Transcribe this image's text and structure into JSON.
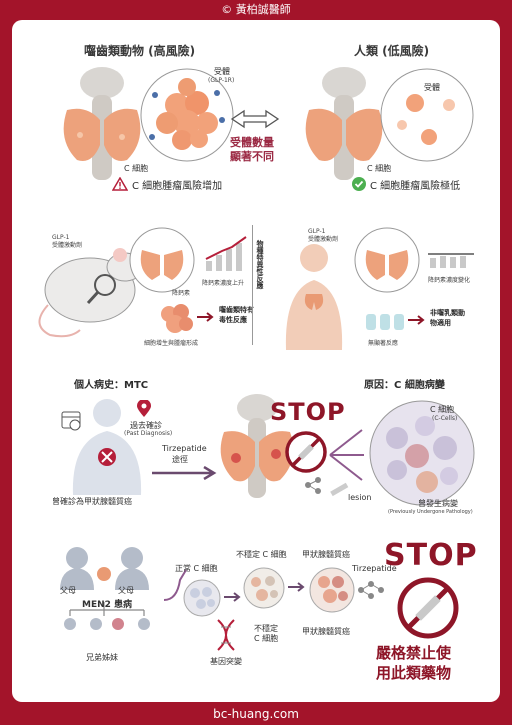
{
  "header": {
    "copyright": "© 黃柏誠醫師"
  },
  "footer": {
    "url": "bc-huang.com"
  },
  "section1": {
    "left_title": "囓齒類動物 (高風險)",
    "right_title": "人類 (低風險)",
    "receptor_label": "受體",
    "receptor_sub": "(GLP-1R)",
    "receptor_label_human": "受體",
    "ccell_label": "C 細胞",
    "ccell_label_human": "C 細胞",
    "middle_line1": "受體數量",
    "middle_line2": "顯著不同",
    "warning_text": "C 細胞腫瘤風險增加",
    "ok_text": "C 細胞腫瘤風險極低"
  },
  "section2": {
    "rat_drug": "GLP-1\n受體激動劑",
    "calcitonin_rise": "降鈣素濃度上升",
    "calcitonin": "降鈣素",
    "hyperplasia": "細胞增生與腫瘤形成",
    "rodent_specific": "囓齒類特有\n毒性反應",
    "vertical_text": "物種特異性反應",
    "human_drug": "GLP-1\n受體激動劑",
    "calcitonin_change": "降鈣素濃度變化",
    "no_reaction": "無顯著反應",
    "non_rodent": "非囓乳類動\n物適用"
  },
  "section3": {
    "history_title": "個人病史：MTC",
    "cause_title": "原因：C 細胞病變",
    "past_dx": "過去確診",
    "past_dx_sub": "(Past Diagnosis)",
    "drug_path1": "Tirzepatide",
    "drug_path2": "途徑",
    "stop": "STOP",
    "diagnosed": "曾確診為甲狀腺髓質癌",
    "c_cells": "C 細胞",
    "c_cells_sub": "(C-Cells)",
    "lesion": "lesion",
    "previous": "曾發生病變",
    "previous_sub": "(Previously Undergone Pathology)"
  },
  "section4": {
    "father": "父母",
    "mother": "父母",
    "men2": "MEN2 患病",
    "siblings": "兄弟姊妹",
    "normal_c": "正常 C 細胞",
    "unstable_c": "不穩定 C 細胞",
    "unstable_c2": "不穩定\nC 細胞",
    "mtc1": "甲狀腺髓質癌",
    "mtc2": "甲狀腺髓質癌",
    "gene": "基因突變",
    "tirzepatide": "Tirzepatide",
    "stop": "STOP",
    "ban1": "嚴格禁止使",
    "ban2": "用此類藥物"
  },
  "colors": {
    "brand": "#a3142a",
    "stop": "#8e1628",
    "thyroid": "#e9a07a",
    "cell": "#f2a27a"
  }
}
